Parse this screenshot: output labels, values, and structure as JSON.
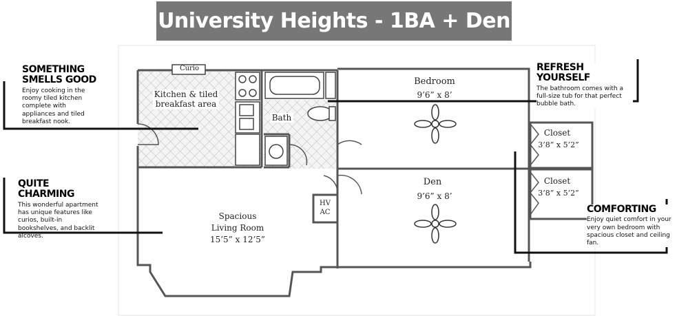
{
  "title": "University Heights - 1BA + Den",
  "colors": {
    "banner": "#777777",
    "wall": "#555555",
    "tile": "#cfcfcf",
    "leader": "#111111"
  },
  "rooms": {
    "curio": "Curio",
    "kitchen": "Kitchen & tiled breakfast area",
    "bath": "Bath",
    "bedroom_name": "Bedroom",
    "bedroom_size": "9’6” x 8’",
    "closet1_name": "Closet",
    "closet1_size": "3’8” x 5’2”",
    "closet2_name": "Closet",
    "closet2_size": "3’8” x 5’2”",
    "den_name": "Den",
    "den_size": "9’6” x 8’",
    "hvac_top": "HV",
    "hvac_bottom": "AC",
    "living_line1": "Spacious",
    "living_line2": "Living Room",
    "living_size": "15’5” x 12’5”"
  },
  "callouts": {
    "kitchen": {
      "heading": "SOMETHING SMELLS GOOD",
      "body": "Enjoy cooking in the roomy tiled kitchen complete with appliances and tiled breakfast nook."
    },
    "charming": {
      "heading": "QUITE CHARMING",
      "body": "This wonderful apartment has unique features like curios, built-in bookshelves, and backlit alcoves."
    },
    "bath": {
      "heading": "REFRESH YOURSELF",
      "body": "The bathroom comes with a full-size tub for that perfect bubble bath."
    },
    "comforting": {
      "heading": "COMFORTING",
      "body": "Enjoy quiet comfort in your very own bedroom with spacious closet and ceiling fan."
    }
  }
}
